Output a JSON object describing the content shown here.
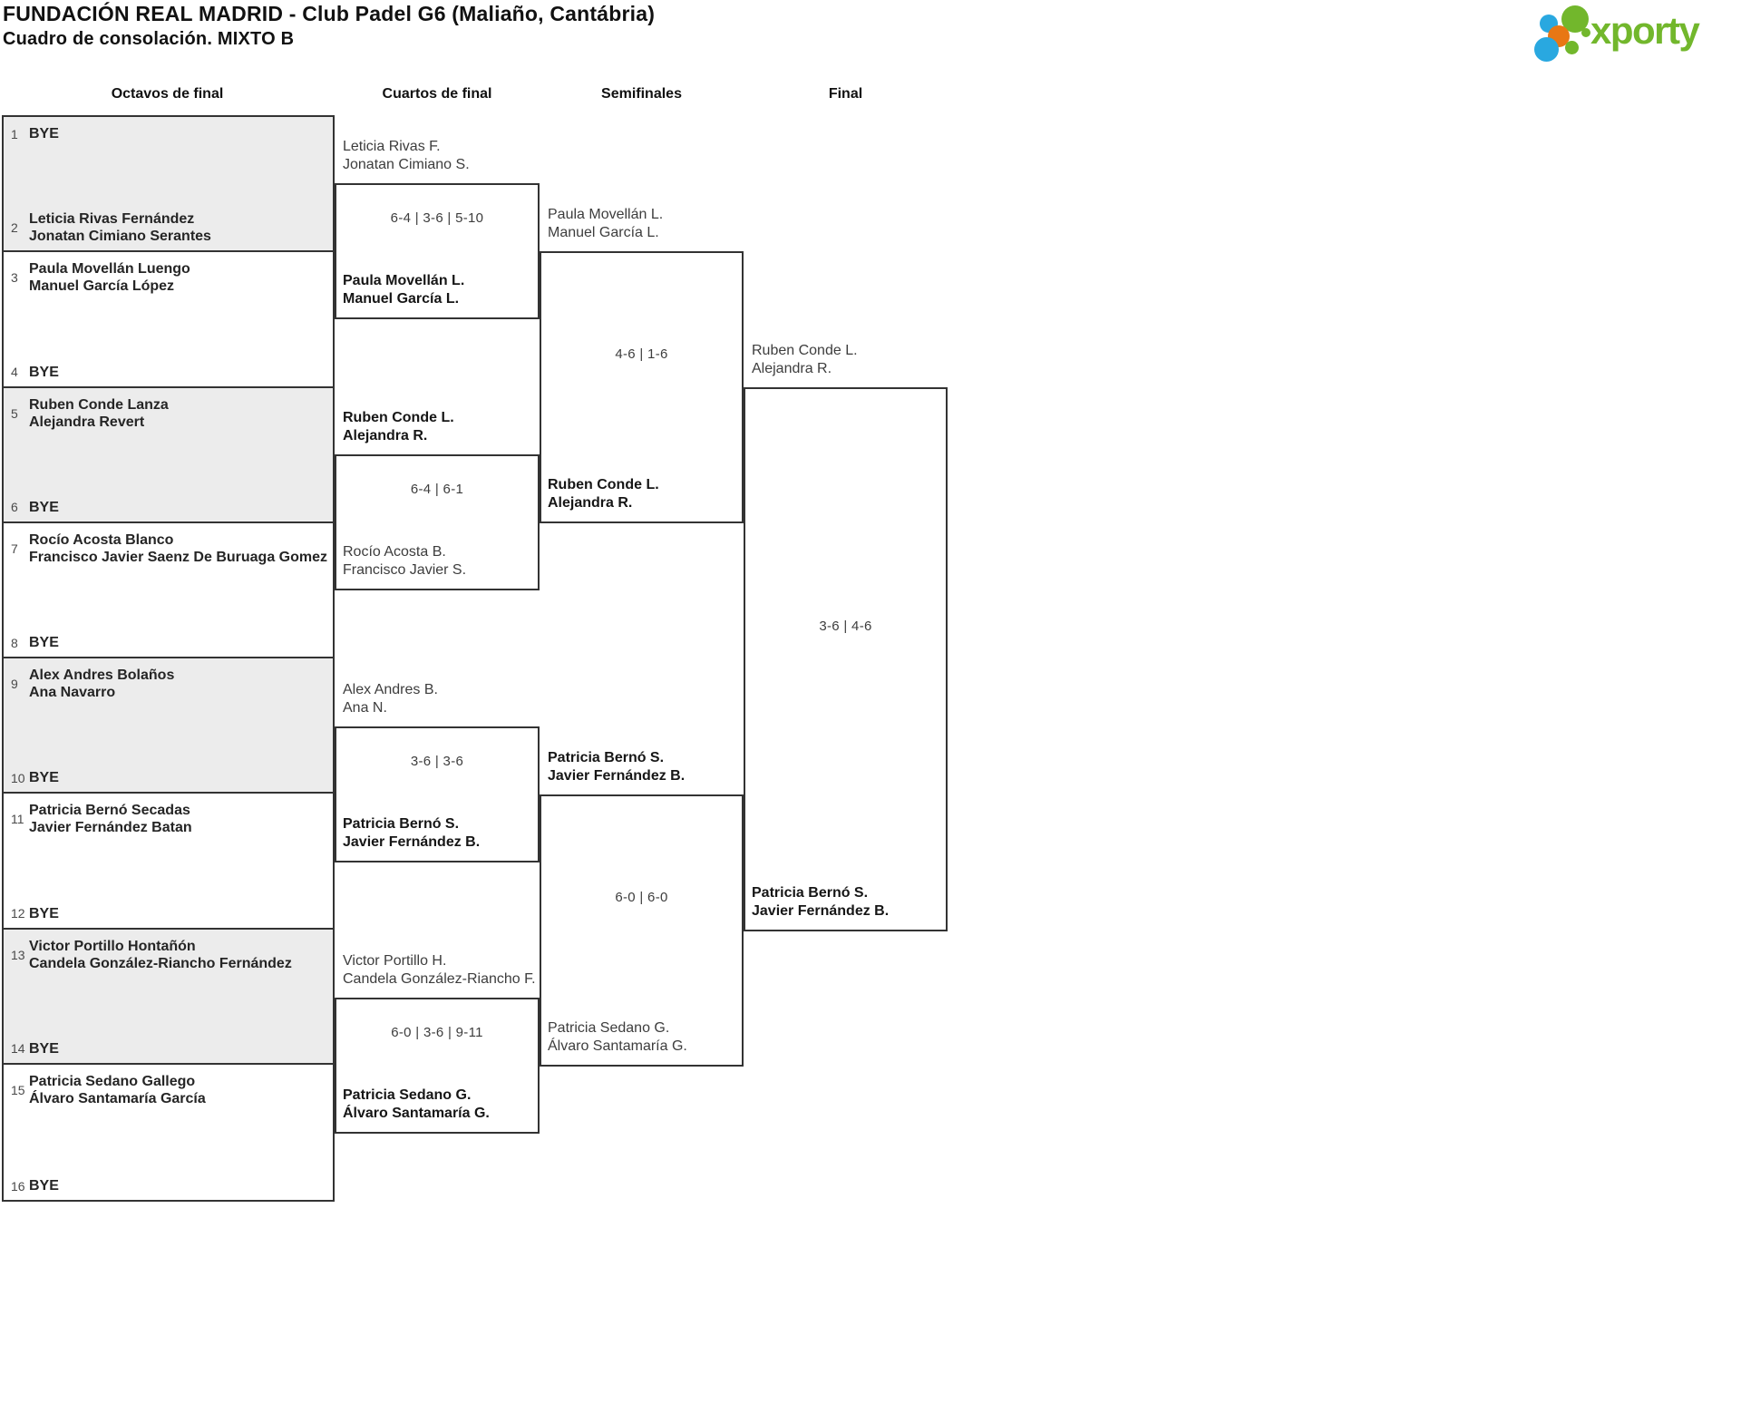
{
  "page": {
    "title": "FUNDACIÓN REAL MADRID - Club Padel G6 (Maliaño, Cantábria)",
    "subtitle": "Cuadro de consolación. MIXTO B"
  },
  "logo": {
    "brand": "xporty",
    "green": "#72b72c",
    "blue": "#29a8e0",
    "orange": "#e87714"
  },
  "colors": {
    "shaded_row": "#ececec",
    "border": "#333333",
    "winner_text": "#161616",
    "entrant_text": "#3d3d3d"
  },
  "rounds": [
    "Octavos de final",
    "Cuartos de final",
    "Semifinales",
    "Final"
  ],
  "octavos": [
    {
      "top": {
        "n": "1",
        "name1": "BYE",
        "name2": ""
      },
      "bottom": {
        "n": "2",
        "name1": "Leticia Rivas Fernández",
        "name2": "Jonatan Cimiano Serantes"
      }
    },
    {
      "top": {
        "n": "3",
        "name1": "Paula Movellán Luengo",
        "name2": "Manuel García López"
      },
      "bottom": {
        "n": "4",
        "name1": "BYE",
        "name2": ""
      }
    },
    {
      "top": {
        "n": "5",
        "name1": "Ruben Conde Lanza",
        "name2": "Alejandra Revert"
      },
      "bottom": {
        "n": "6",
        "name1": "BYE",
        "name2": ""
      }
    },
    {
      "top": {
        "n": "7",
        "name1": "Rocío Acosta Blanco",
        "name2": "Francisco Javier Saenz De Buruaga Gomez"
      },
      "bottom": {
        "n": "8",
        "name1": "BYE",
        "name2": ""
      }
    },
    {
      "top": {
        "n": "9",
        "name1": "Alex Andres Bolaños",
        "name2": "Ana Navarro"
      },
      "bottom": {
        "n": "10",
        "name1": "BYE",
        "name2": ""
      }
    },
    {
      "top": {
        "n": "11",
        "name1": "Patricia Bernó Secadas",
        "name2": "Javier Fernández Batan"
      },
      "bottom": {
        "n": "12",
        "name1": "BYE",
        "name2": ""
      }
    },
    {
      "top": {
        "n": "13",
        "name1": "Victor Portillo Hontañón",
        "name2": "Candela González-Riancho Fernández"
      },
      "bottom": {
        "n": "14",
        "name1": "BYE",
        "name2": ""
      }
    },
    {
      "top": {
        "n": "15",
        "name1": "Patricia Sedano Gallego",
        "name2": "Álvaro Santamaría García"
      },
      "bottom": {
        "n": "16",
        "name1": "BYE",
        "name2": ""
      }
    }
  ],
  "cuartos": [
    {
      "top": {
        "l1": "Leticia Rivas F.",
        "l2": "Jonatan Cimiano S.",
        "bold": false
      },
      "score": "6-4 | 3-6 | 5-10",
      "bottom": {
        "l1": "Paula Movellán L.",
        "l2": "Manuel García L.",
        "bold": true
      }
    },
    {
      "top": {
        "l1": "Ruben Conde L.",
        "l2": "Alejandra R.",
        "bold": true
      },
      "score": "6-4 | 6-1",
      "bottom": {
        "l1": "Rocío Acosta B.",
        "l2": "Francisco Javier S.",
        "bold": false
      }
    },
    {
      "top": {
        "l1": "Alex Andres B.",
        "l2": "Ana N.",
        "bold": false
      },
      "score": "3-6 | 3-6",
      "bottom": {
        "l1": "Patricia Bernó S.",
        "l2": "Javier Fernández B.",
        "bold": true
      }
    },
    {
      "top": {
        "l1": "Victor Portillo H.",
        "l2": "Candela González-Riancho F.",
        "bold": false
      },
      "score": "6-0 | 3-6 | 9-11",
      "bottom": {
        "l1": "Patricia Sedano G.",
        "l2": "Álvaro Santamaría G.",
        "bold": true
      }
    }
  ],
  "semifinales": [
    {
      "top": {
        "l1": "Paula Movellán L.",
        "l2": "Manuel García L.",
        "bold": false
      },
      "score": "4-6 | 1-6",
      "bottom": {
        "l1": "Ruben Conde L.",
        "l2": "Alejandra R.",
        "bold": true
      }
    },
    {
      "top": {
        "l1": "Patricia Bernó S.",
        "l2": "Javier Fernández B.",
        "bold": true
      },
      "score": "6-0 | 6-0",
      "bottom": {
        "l1": "Patricia Sedano G.",
        "l2": "Álvaro Santamaría G.",
        "bold": false
      }
    }
  ],
  "final": [
    {
      "top": {
        "l1": "Ruben Conde L.",
        "l2": "Alejandra R.",
        "bold": false
      },
      "score": "3-6 | 4-6",
      "bottom": {
        "l1": "Patricia Bernó S.",
        "l2": "Javier Fernández B.",
        "bold": true
      }
    }
  ]
}
